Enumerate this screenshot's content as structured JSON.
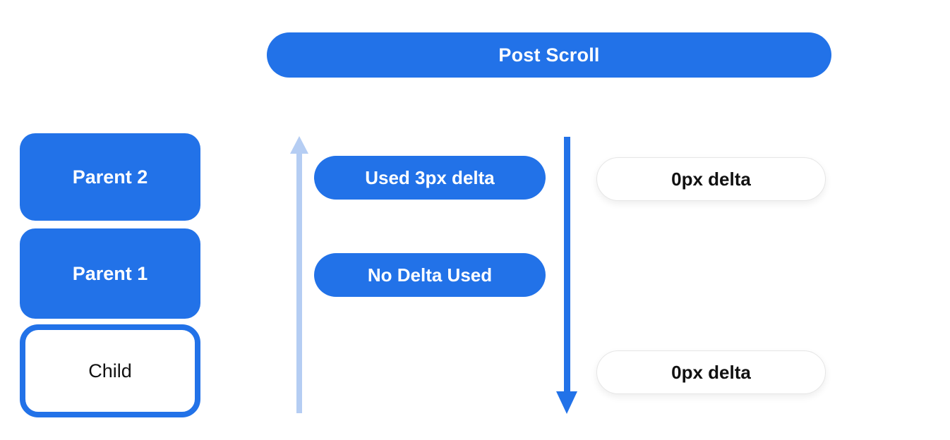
{
  "header": {
    "label": "Post Scroll"
  },
  "left_column": {
    "boxes": [
      {
        "label": "Parent 2",
        "variant": "filled"
      },
      {
        "label": "Parent 1",
        "variant": "filled"
      },
      {
        "label": "Child",
        "variant": "outlined"
      }
    ]
  },
  "middle_column": {
    "arrow_direction": "up",
    "pills": [
      {
        "label": "Used 3px delta"
      },
      {
        "label": "No Delta Used"
      }
    ]
  },
  "right_column": {
    "arrow_direction": "down",
    "pills": [
      {
        "label": "0px delta"
      },
      {
        "label": "0px delta"
      }
    ]
  },
  "colors": {
    "primary_blue": "#2272e8",
    "light_blue_arrow": "#b5cdf3",
    "white_pill_border": "#e6e6e6",
    "text_on_blue": "#ffffff",
    "text_on_white": "#111111",
    "background": "#ffffff"
  }
}
